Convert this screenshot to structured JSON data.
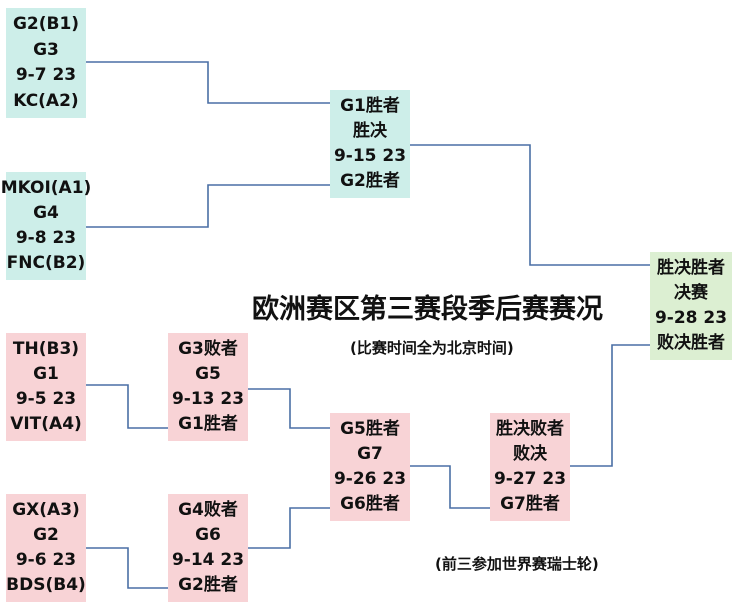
{
  "title": "欧洲赛区第三赛段季后赛赛况",
  "subtitle": "(比赛时间全为北京时间)",
  "note": "(前三参加世界赛瑞士轮)",
  "colors": {
    "teal": "#cdeee9",
    "pink": "#f8d3d6",
    "green": "#dcefd2",
    "line": "#4a6fa5"
  },
  "boxes": {
    "g3": [
      "G2(B1)",
      "G3",
      "9-7 23",
      "KC(A2)"
    ],
    "g4": [
      "MKOI(A1)",
      "G4",
      "9-8 23",
      "FNC(B2)"
    ],
    "g1": [
      "TH(B3)",
      "G1",
      "9-5 23",
      "VIT(A4)"
    ],
    "g2": [
      "GX(A3)",
      "G2",
      "9-6 23",
      "BDS(B4)"
    ],
    "wf": [
      "G1胜者",
      "胜决",
      "9-15 23",
      "G2胜者"
    ],
    "g5": [
      "G3败者",
      "G5",
      "9-13 23",
      "G1胜者"
    ],
    "g6": [
      "G4败者",
      "G6",
      "9-14 23",
      "G2胜者"
    ],
    "g7": [
      "G5胜者",
      "G7",
      "9-26 23",
      "G6胜者"
    ],
    "lf": [
      "胜决败者",
      "败决",
      "9-27 23",
      "G7胜者"
    ],
    "gf": [
      "胜决胜者",
      "决赛",
      "9-28 23",
      "败决胜者"
    ]
  }
}
